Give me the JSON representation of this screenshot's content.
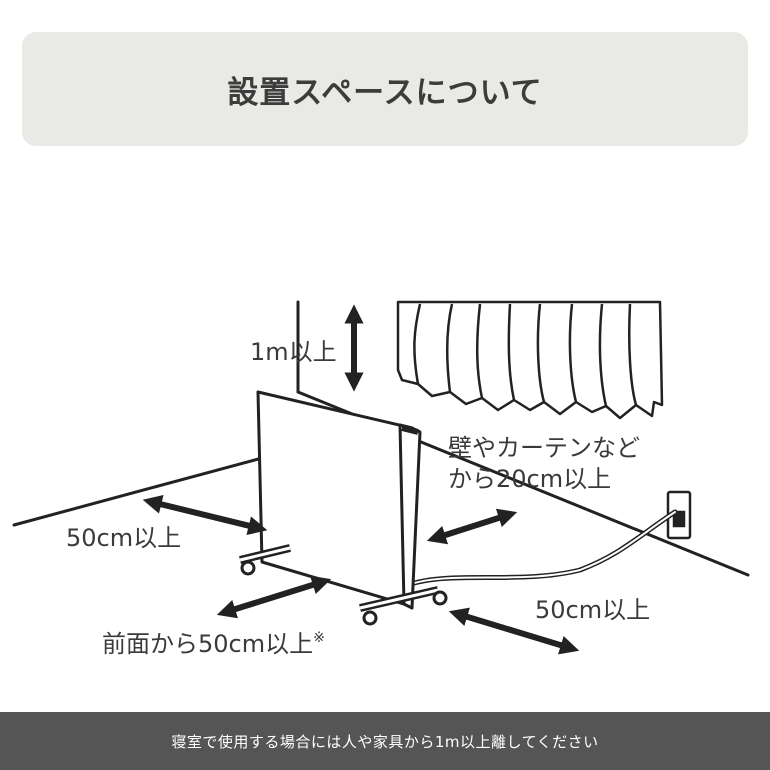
{
  "header": {
    "title": "設置スペースについて"
  },
  "labels": {
    "above": "1m以上",
    "wall_line1": "壁やカーテンなど",
    "wall_line2": "から20cm以上",
    "left_side": "50cm以上",
    "right_side": "50cm以上",
    "front": "前面から50cm以上",
    "front_mark": "※"
  },
  "footer": {
    "note": "寝室で使用する場合には人や家具から1m以上離してください"
  },
  "colors": {
    "header_bg": "#e9eae5",
    "footer_bg": "#555555",
    "line": "#222222"
  }
}
